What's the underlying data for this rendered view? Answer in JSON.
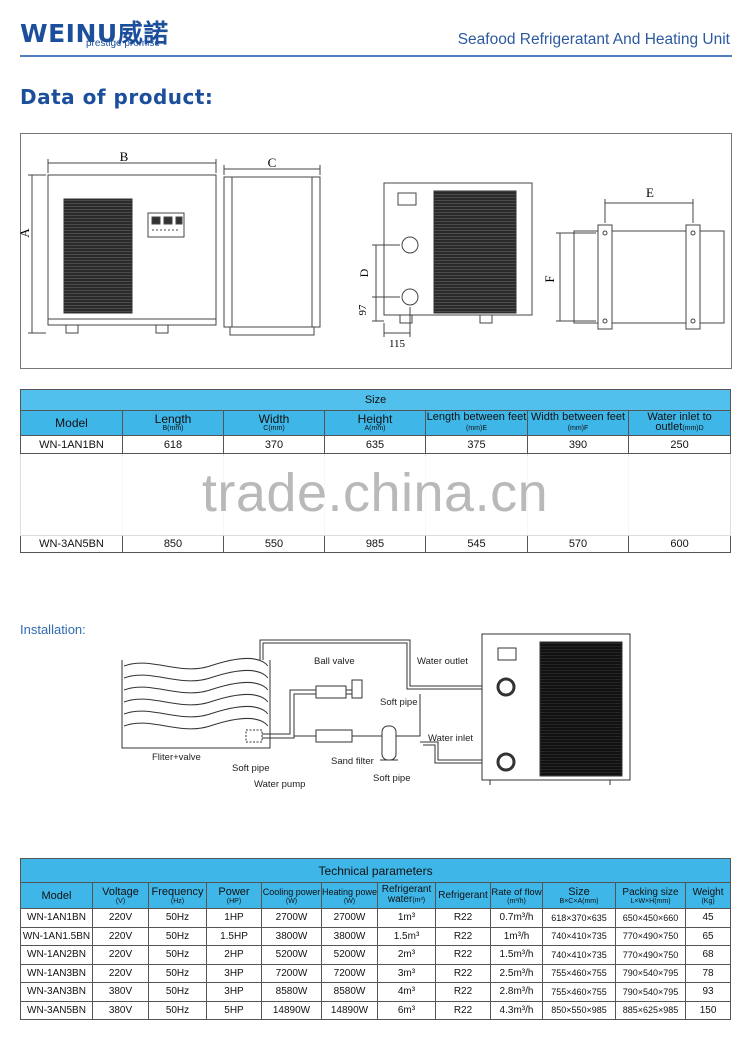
{
  "header": {
    "logo_text": "WEINU威諾",
    "logo_sub": "prestige promise",
    "title": "Seafood Refrigeratant And Heating Unit"
  },
  "section_title": "Data of product:",
  "diagram_labels": {
    "a": "A",
    "b": "B",
    "c": "C",
    "d": "D",
    "e": "E",
    "f": "F",
    "d97": "97",
    "d115": "115"
  },
  "size_table": {
    "caption": "Size",
    "headers": [
      {
        "main": "Model",
        "sub": ""
      },
      {
        "main": "Length",
        "sub": "B(mm)"
      },
      {
        "main": "Width",
        "sub": "C(mm)"
      },
      {
        "main": "Height",
        "sub": "A(mm)"
      },
      {
        "main": "Length between feet",
        "sub": "(mm)E"
      },
      {
        "main": "Width between feet",
        "sub": "(mm)F"
      },
      {
        "main": "Water inlet to outlet",
        "sub": "(mm)D"
      }
    ],
    "rows": [
      [
        "WN-1AN1BN",
        "618",
        "370",
        "635",
        "375",
        "390",
        "250"
      ],
      [
        "WN-3AN5BN",
        "850",
        "550",
        "985",
        "545",
        "570",
        "600"
      ]
    ]
  },
  "watermark": "trade.china.cn",
  "installation": {
    "title": "Installation:",
    "labels": {
      "ball_valve": "Ball valve",
      "water_outlet": "Water outlet",
      "soft_pipe_1": "Soft pipe",
      "water_inlet": "Water inlet",
      "filter_valve": "Fliter+valve",
      "soft_pipe_2": "Soft pipe",
      "sand_filter": "Sand filter",
      "water_pump": "Water pump",
      "soft_pipe_3": "Soft pipe"
    }
  },
  "tech_table": {
    "caption": "Technical parameters",
    "headers": [
      {
        "main": "Model",
        "sub": ""
      },
      {
        "main": "Voltage",
        "sub": "(V)"
      },
      {
        "main": "Frequency",
        "sub": "(Hz)"
      },
      {
        "main": "Power",
        "sub": "(HP)"
      },
      {
        "main": "Cooling power",
        "sub": "(W)"
      },
      {
        "main": "Heating power",
        "sub": "(W)"
      },
      {
        "main": "Refrigerant water",
        "sub": "(m³)"
      },
      {
        "main": "Refrigerant",
        "sub": ""
      },
      {
        "main": "Rate of flow",
        "sub": "(m³/h)"
      },
      {
        "main": "Size",
        "sub": "B×C×A(mm)"
      },
      {
        "main": "Packing size",
        "sub": "L×W×H(mm)"
      },
      {
        "main": "Weight",
        "sub": "(Kg)"
      }
    ],
    "rows": [
      [
        "WN-1AN1BN",
        "220V",
        "50Hz",
        "1HP",
        "2700W",
        "2700W",
        "1m³",
        "R22",
        "0.7m³/h",
        "618×370×635",
        "650×450×660",
        "45"
      ],
      [
        "WN-1AN1.5BN",
        "220V",
        "50Hz",
        "1.5HP",
        "3800W",
        "3800W",
        "1.5m³",
        "R22",
        "1m³/h",
        "740×410×735",
        "770×490×750",
        "65"
      ],
      [
        "WN-1AN2BN",
        "220V",
        "50Hz",
        "2HP",
        "5200W",
        "5200W",
        "2m³",
        "R22",
        "1.5m³/h",
        "740×410×735",
        "770×490×750",
        "68"
      ],
      [
        "WN-1AN3BN",
        "220V",
        "50Hz",
        "3HP",
        "7200W",
        "7200W",
        "3m³",
        "R22",
        "2.5m³/h",
        "755×460×755",
        "790×540×795",
        "78"
      ],
      [
        "WN-3AN3BN",
        "380V",
        "50Hz",
        "3HP",
        "8580W",
        "8580W",
        "4m³",
        "R22",
        "2.8m³/h",
        "755×460×755",
        "790×540×795",
        "93"
      ],
      [
        "WN-3AN5BN",
        "380V",
        "50Hz",
        "5HP",
        "14890W",
        "14890W",
        "6m³",
        "R22",
        "4.3m³/h",
        "850×550×985",
        "885×625×985",
        "150"
      ]
    ]
  }
}
